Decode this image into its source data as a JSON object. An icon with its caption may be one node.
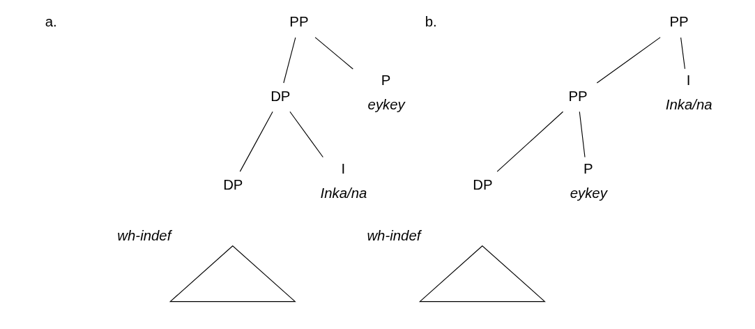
{
  "diagram": {
    "nodes": [
      {
        "text": [
          "PP"
        ]
      },
      {
        "text": [
          "DP"
        ]
      },
      {
        "text": [
          "P"
        ],
        "beside": [
          "eykey"
        ]
      },
      {
        "text": [
          "DP"
        ]
      },
      {
        "text": [
          "I"
        ],
        "beside": [
          "Inka/na"
        ]
      },
      {
        "text": [],
        "shape": "triangle",
        "beside": [
          "wh-indef"
        ]
      },
      {
        "text": [
          "PP"
        ]
      },
      {
        "text": [
          "PP"
        ]
      },
      {
        "text": [
          "I"
        ],
        "beside": [
          "Inka/na"
        ]
      },
      {
        "text": [
          "DP"
        ]
      },
      {
        "text": [
          "P"
        ],
        "beside": [
          "eykey"
        ]
      },
      {
        "text": [],
        "shape": "triangle",
        "beside": [
          "wh-indef"
        ]
      }
    ],
    "edges": [
      {
        "from": 0,
        "to": 1,
        "arrow": "none"
      },
      {
        "from": 0,
        "to": 2,
        "arrow": "none"
      },
      {
        "from": 1,
        "to": 3,
        "arrow": "none"
      },
      {
        "from": 1,
        "to": 4,
        "arrow": "none"
      },
      {
        "from": 6,
        "to": 7,
        "arrow": "none"
      },
      {
        "from": 6,
        "to": 8,
        "arrow": "none"
      },
      {
        "from": 7,
        "to": 9,
        "arrow": "none"
      },
      {
        "from": 7,
        "to": 10,
        "arrow": "none"
      }
    ],
    "labels": [
      "a.",
      "b."
    ]
  }
}
